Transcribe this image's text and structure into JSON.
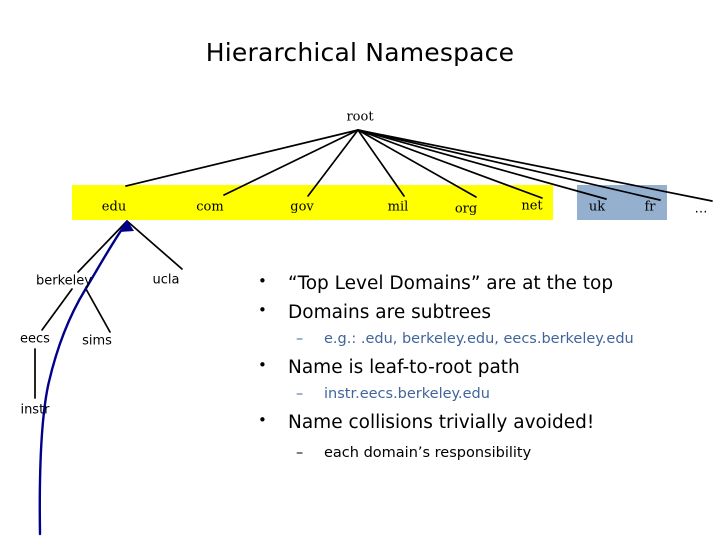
{
  "slide": {
    "title": "Hierarchical Namespace",
    "background_color": "#ffffff"
  },
  "diagram": {
    "root_label": "root",
    "tld_band": {
      "color": "#ffff00",
      "labels": [
        "edu",
        "com",
        "gov",
        "mil",
        "org",
        "net"
      ]
    },
    "cctld_band": {
      "color": "#95afcf",
      "labels": [
        "uk",
        "fr"
      ]
    },
    "more_label": "…",
    "subtree": {
      "labels": [
        "berkeley",
        "ucla",
        "eecs",
        "sims",
        "instr"
      ],
      "path_highlight_color": "#00008b"
    }
  },
  "bullets": {
    "items": [
      {
        "level": 1,
        "text": "“Top Level Domains” are at the top",
        "color": "#000000"
      },
      {
        "level": 1,
        "text": "Domains are subtrees",
        "color": "#000000"
      },
      {
        "level": 2,
        "text": "e.g.: .edu, berkeley.edu, eecs.berkeley.edu",
        "color": "#41659b"
      },
      {
        "level": 1,
        "text": "Name is leaf-to-root path",
        "color": "#000000"
      },
      {
        "level": 2,
        "text": "instr.eecs.berkeley.edu",
        "color": "#41659b"
      },
      {
        "level": 1,
        "text": "Name collisions trivially avoided!",
        "color": "#000000"
      },
      {
        "level": 2,
        "text": "each domain’s responsibility",
        "color": "#000000"
      }
    ]
  }
}
